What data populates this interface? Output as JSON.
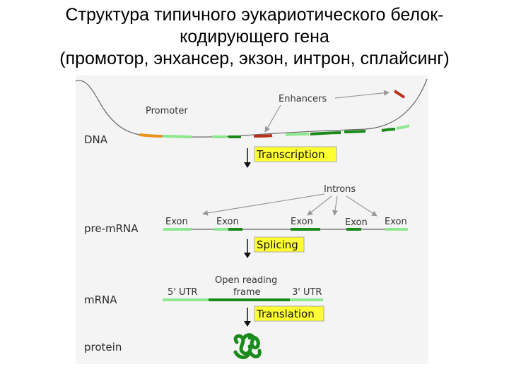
{
  "slide": {
    "title_lines": [
      "Структура типичного эукариотического белок-",
      "кодирующего гена",
      "(промотор, энхансер, экзон, интрон, сплайсинг)"
    ]
  },
  "figure": {
    "rows": {
      "dna": "DNA",
      "pre_mrna": "pre-mRNA",
      "mrna": "mRNA",
      "protein": "protein"
    },
    "labels": {
      "promoter": "Promoter",
      "enhancers": "Enhancers",
      "introns": "Introns",
      "exons": [
        "Exon",
        "Exon",
        "Exon",
        "Exon",
        "Exon"
      ],
      "utr5": "5' UTR",
      "orf_line1": "Open reading",
      "orf_line2": "frame",
      "utr3": "3' UTR"
    },
    "steps": {
      "transcription": "Transcription",
      "splicing": "Splicing",
      "translation": "Translation"
    },
    "colors": {
      "exon_light": "#8ee88e",
      "exon_dark": "#1a8a1a",
      "promoter": "#e8941a",
      "enhancer": "#b8321a",
      "step_box": "#ffff33",
      "protein": "#1a8a1a",
      "strand": "#666666"
    }
  }
}
